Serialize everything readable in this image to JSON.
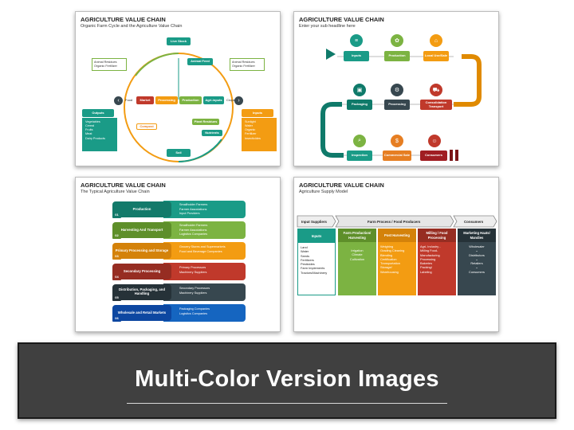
{
  "slide1": {
    "title": "AGRICULTURE VALUE CHAIN",
    "subtitle": "Organic Farm Cycle and the Agriculture Value Chain",
    "live_stock": "Live Stock",
    "animal_feed": "Animal Feed",
    "soil": "Soil",
    "nutrients": "Nutrients",
    "compost": "Compost",
    "plant_residues": "Plant Residues",
    "chain": [
      "Food",
      "Market",
      "Processing",
      "Production",
      "Agri-inputs",
      "Crops"
    ],
    "residues_left": [
      "Animal Residues",
      "Organic Fertilizer"
    ],
    "residues_right": [
      "Animal Residues",
      "Organic Fertilizer"
    ],
    "outputs_title": "Outputs",
    "outputs": [
      "Vegetables",
      "Cereal",
      "Fruits",
      "Meat",
      "Dairy Products"
    ],
    "inputs_title": "Inputs",
    "inputs": [
      "Sunlight",
      "Water",
      "Organic",
      "Fertilizer",
      "Insecticides"
    ]
  },
  "slide2": {
    "title": "AGRICULTURE VALUE CHAIN",
    "subtitle": "Enter your sub headline here",
    "row1": [
      "Inputs",
      "Production",
      "Local Use/Sale"
    ],
    "row2": [
      "Packaging",
      "Processing",
      "Consolidation Transport"
    ],
    "row3": [
      "Inspection",
      "Commercial Sale",
      "Consumers"
    ]
  },
  "slide3": {
    "title": "AGRICULTURE VALUE CHAIN",
    "subtitle": "The Typical Agriculture Value Chain",
    "rows": [
      {
        "num": "01",
        "label": "Production",
        "items": [
          "Smallholder Farmers",
          "Farmer Associations",
          "Input Providers"
        ]
      },
      {
        "num": "02",
        "label": "Harvesting And Transport",
        "items": [
          "Smallholder Farmers",
          "Farmer Associations",
          "Logistics Companies"
        ]
      },
      {
        "num": "03",
        "label": "Primary Processing and Storage",
        "items": [
          "Grocery Stores and Supermarkets",
          "Food and Beverage Companies"
        ]
      },
      {
        "num": "04",
        "label": "Secondary Processing",
        "items": [
          "Primary Processors",
          "Machinery Suppliers"
        ]
      },
      {
        "num": "05",
        "label": "Distribution, Packaging, and Handling",
        "items": [
          "Secondary Processors",
          "Machinery Suppliers"
        ]
      },
      {
        "num": "06",
        "label": "Wholesale and Retail Markets",
        "items": [
          "Packaging Companies",
          "Logistics Companies"
        ]
      }
    ]
  },
  "slide4": {
    "title": "AGRICULTURE VALUE CHAIN",
    "subtitle": "Agriculture Supply Model",
    "input_suppliers": "Input Suppliers",
    "farm_process": "Farm Process / Food Producers",
    "consumers": "Consumers",
    "columns": [
      {
        "head": "Inputs",
        "body": [
          "Land",
          "Water",
          "Seeds",
          "Fertilizers",
          "Pesticides",
          "Farm Implements",
          "Tractors/Machinery"
        ]
      },
      {
        "head": "Farm Production/ Harvesting",
        "body": [
          "Irrigation",
          "Climate",
          "Cultivation"
        ]
      },
      {
        "head": "Post Harvesting",
        "body": [
          "Weighing",
          "Grading Cleaning",
          "Blending",
          "Certification",
          "Transportation",
          "Storage/",
          "Warehousing"
        ]
      },
      {
        "head": "Milling / Food Processing",
        "body": [
          "Agri- Industry -",
          "Milling Food-",
          "Manufacturing",
          "Processing",
          "Bakeries",
          "Packing/",
          "Labeling"
        ]
      },
      {
        "head": "Marketing Haats/ Mandies",
        "body": [
          "Wholesaler",
          "Distributors",
          "Retailers",
          "Consumers"
        ]
      }
    ]
  },
  "banner": {
    "text": "Multi-Color Version Images"
  },
  "colors": {
    "green": "#1a9b87",
    "lime": "#7cb342",
    "orange": "#f39c12",
    "red": "#c0392b",
    "navy": "#37474f",
    "blue": "#1565c0",
    "teal": "#0f7a6a"
  }
}
